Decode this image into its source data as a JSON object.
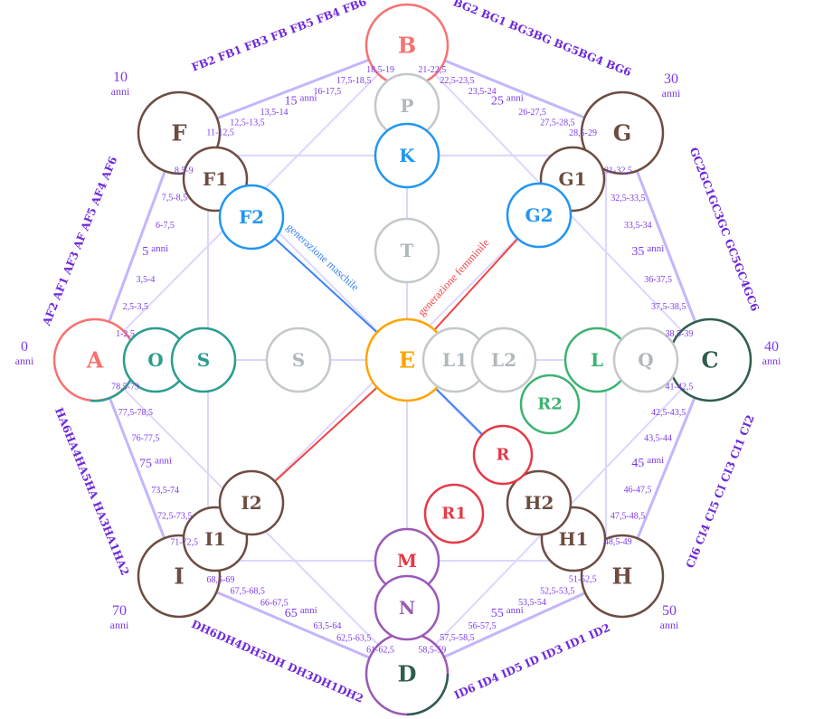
{
  "colors": {
    "edge": "#c4b5fd",
    "grid": "#ddd6fe",
    "male_line": "#3b82f6",
    "female_line": "#ef4444",
    "text_purple": "#7c3aed"
  },
  "nodes": [
    {
      "id": "A",
      "label": "A"
    },
    {
      "id": "B",
      "label": "B"
    },
    {
      "id": "C",
      "label": "C"
    },
    {
      "id": "D",
      "label": "D"
    },
    {
      "id": "F",
      "label": "F"
    },
    {
      "id": "G",
      "label": "G"
    },
    {
      "id": "H",
      "label": "H"
    },
    {
      "id": "I",
      "label": "I"
    },
    {
      "id": "F1",
      "label": "F1"
    },
    {
      "id": "F2",
      "label": "F2"
    },
    {
      "id": "G1",
      "label": "G1"
    },
    {
      "id": "G2",
      "label": "G2"
    },
    {
      "id": "H1",
      "label": "H1"
    },
    {
      "id": "H2",
      "label": "H2"
    },
    {
      "id": "I1",
      "label": "I1"
    },
    {
      "id": "I2",
      "label": "I2"
    },
    {
      "id": "P",
      "label": "P"
    },
    {
      "id": "K",
      "label": "K"
    },
    {
      "id": "T",
      "label": "T"
    },
    {
      "id": "E",
      "label": "E"
    },
    {
      "id": "O",
      "label": "O"
    },
    {
      "id": "S1",
      "label": "S"
    },
    {
      "id": "S2",
      "label": "S"
    },
    {
      "id": "L1",
      "label": "L1"
    },
    {
      "id": "L2",
      "label": "L2"
    },
    {
      "id": "L",
      "label": "L"
    },
    {
      "id": "Q",
      "label": "Q"
    },
    {
      "id": "R2",
      "label": "R2"
    },
    {
      "id": "R",
      "label": "R"
    },
    {
      "id": "R1",
      "label": "R1"
    },
    {
      "id": "M",
      "label": "M"
    },
    {
      "id": "N",
      "label": "N"
    }
  ],
  "ages": [
    {
      "id": "0",
      "value": "0",
      "unit": "anni"
    },
    {
      "id": "10",
      "value": "10",
      "unit": "anni"
    },
    {
      "id": "30",
      "value": "30",
      "unit": "anni"
    },
    {
      "id": "40",
      "value": "40",
      "unit": "anni"
    },
    {
      "id": "50",
      "value": "50",
      "unit": "anni"
    },
    {
      "id": "70",
      "value": "70",
      "unit": "anni"
    }
  ],
  "edges": [
    {
      "id": "AF",
      "label": "AF2 AF1 AF3 AF   AF5 AF4 AF6",
      "ticks": [
        "1-2,5",
        "2,5-3,5",
        "3,5-4",
        "5",
        "6-7,5",
        "7,5-8,5",
        "8,5-9"
      ],
      "mid_unit": "anni"
    },
    {
      "id": "FB",
      "label": "FB2 FB1 FB3 FB   FB5 FB4 FB6",
      "ticks": [
        "11-12,5",
        "12,5-13,5",
        "13,5-14",
        "15",
        "16-17,5",
        "17,5-18,5",
        "18,5-19"
      ],
      "mid_unit": "anni"
    },
    {
      "id": "BG",
      "label": "BG2 BG1 BG3BG   BG5BG4 BG6",
      "ticks": [
        "21-22,5",
        "22,5-23,5",
        "23,5-24",
        "25",
        "26-27,5",
        "27,5-28,5",
        "28,5-29"
      ],
      "mid_unit": "anni"
    },
    {
      "id": "GC",
      "label": "GC2GC1GC3GC   GC5GC4GC6",
      "ticks": [
        "31-32,5",
        "32,5-33,5",
        "33,5-34",
        "35",
        "36-37,5",
        "37,5-38,5",
        "38,5-39"
      ],
      "mid_unit": "anni"
    },
    {
      "id": "CI",
      "label": "CI6 CI4 CI5 CI   CI3 CI1 CI2",
      "ticks": [
        "41-42,5",
        "42,5-43,5",
        "43,5-44",
        "45",
        "46-47,5",
        "47,5-48,5",
        "48,5-49"
      ],
      "mid_unit": "anni"
    },
    {
      "id": "ID",
      "label": "ID6 ID4 ID5 ID   ID3 ID1 ID2",
      "ticks": [
        "51-52,5",
        "52,5-53,5",
        "53,5-54",
        "55",
        "56-57,5",
        "57,5-58,5",
        "58,5-59"
      ],
      "mid_unit": "anni"
    },
    {
      "id": "DH",
      "label": "DH6DH4DH5DH   DH3DH1DH2",
      "ticks": [
        "61-62,5",
        "62,5-63,5",
        "63,5-64",
        "65",
        "66-67,5",
        "67,5-68,5",
        "68,5-69"
      ],
      "mid_unit": "anni"
    },
    {
      "id": "HA",
      "label": "HA6HA4HA5HA   HA3HA1HA2",
      "ticks": [
        "71-72,5",
        "72,5-73,5",
        "73,5-74",
        "75",
        "76-77,5",
        "77,5-78,5",
        "78,5-79"
      ],
      "mid_unit": "anni"
    }
  ],
  "generation_labels": {
    "male": "generazione maschile",
    "female": "generazione femminile"
  }
}
